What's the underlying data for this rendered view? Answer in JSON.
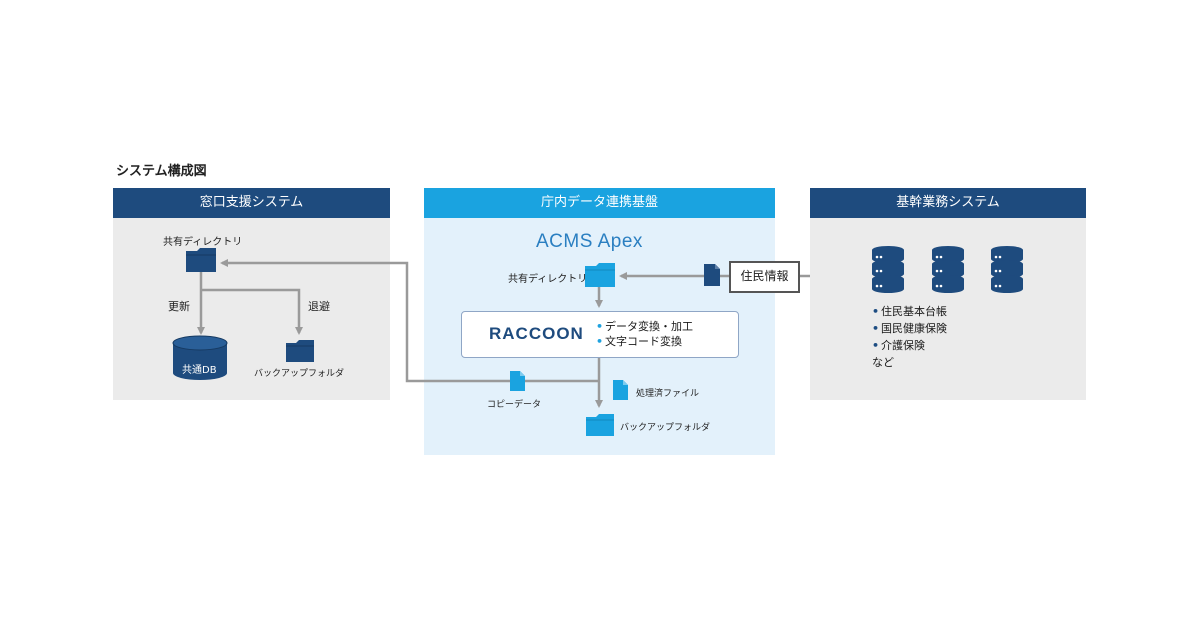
{
  "title": "システム構成図",
  "colors": {
    "navy": "#1e4b7e",
    "sky": "#1aa3e0",
    "panel_gray": "#ebebeb",
    "panel_blue": "#e3f1fb",
    "arrow_gray": "#9a9a9a"
  },
  "left_panel": {
    "header": "窓口支援システム",
    "shared_dir": "共有ディレクトリ",
    "update": "更新",
    "evacuate": "退避",
    "db": "共通DB",
    "backup": "バックアップフォルダ"
  },
  "center_panel": {
    "header": "庁内データ連携基盤",
    "product": "ACMS Apex",
    "shared_dir": "共有ディレクトリ",
    "raccoon": "RACCOON",
    "bullets": [
      "データ変換・加工",
      "文字コード変換"
    ],
    "processed": "処理済ファイル",
    "copy": "コピーデータ",
    "backup": "バックアップフォルダ"
  },
  "resident_info": "住民情報",
  "right_panel": {
    "header": "基幹業務システム",
    "items": [
      "住民基本台帳",
      "国民健康保険",
      "介護保険"
    ],
    "etc": "など"
  }
}
